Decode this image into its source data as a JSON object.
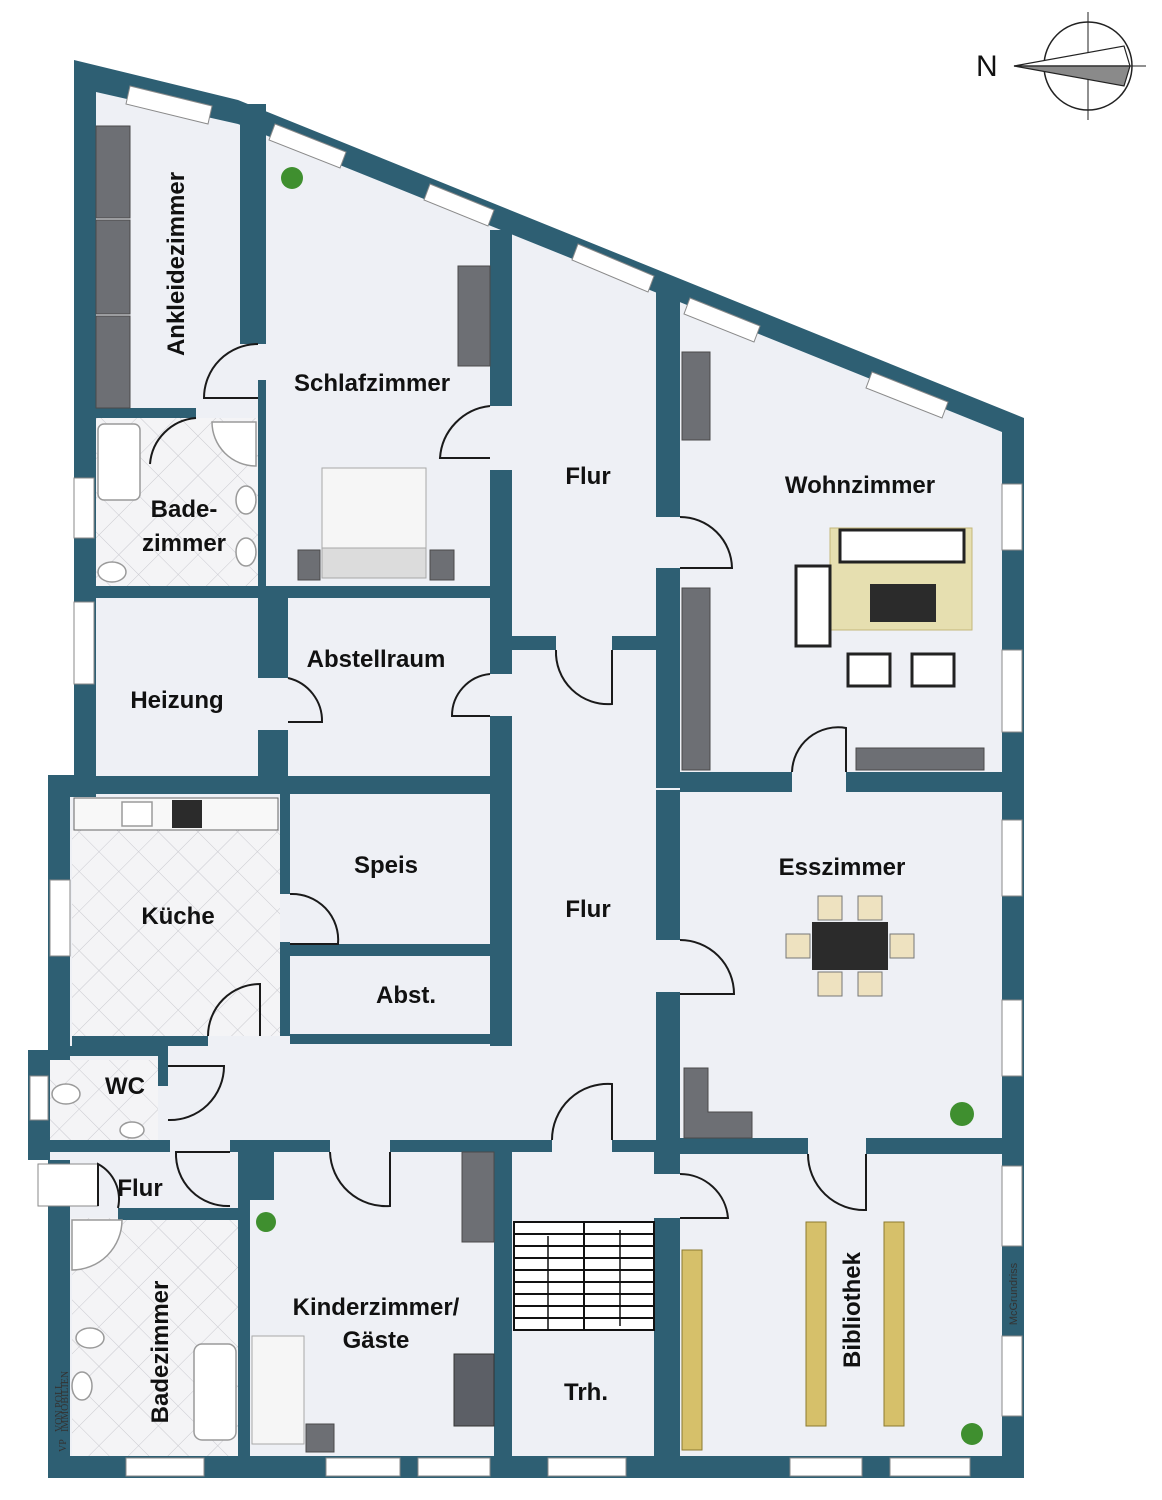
{
  "compass": {
    "label": "N"
  },
  "rooms": [
    {
      "id": "ankleidezimmer",
      "label": "Ankleidezimmer"
    },
    {
      "id": "schlafzimmer",
      "label": "Schlafzimmer"
    },
    {
      "id": "flur-top",
      "label": "Flur"
    },
    {
      "id": "wohnzimmer",
      "label": "Wohnzimmer"
    },
    {
      "id": "badezimmer-top-1",
      "label": "Bade-"
    },
    {
      "id": "badezimmer-top-2",
      "label": "zimmer"
    },
    {
      "id": "abstellraum",
      "label": "Abstellraum"
    },
    {
      "id": "heizung",
      "label": "Heizung"
    },
    {
      "id": "speis",
      "label": "Speis"
    },
    {
      "id": "kueche",
      "label": "Küche"
    },
    {
      "id": "flur-mid",
      "label": "Flur"
    },
    {
      "id": "esszimmer",
      "label": "Esszimmer"
    },
    {
      "id": "abst",
      "label": "Abst."
    },
    {
      "id": "wc",
      "label": "WC"
    },
    {
      "id": "flur-small",
      "label": "Flur"
    },
    {
      "id": "badezimmer-bottom",
      "label": "Badezimmer"
    },
    {
      "id": "kinderzimmer-1",
      "label": "Kinderzimmer/"
    },
    {
      "id": "kinderzimmer-2",
      "label": "Gäste"
    },
    {
      "id": "trh",
      "label": "Trh."
    },
    {
      "id": "bibliothek",
      "label": "Bibliothek"
    }
  ],
  "watermark": {
    "text": "McGrundriss"
  },
  "brand": {
    "logo": "VP",
    "name": "VON POLL",
    "sub": "IMMOBILIEN"
  },
  "colors": {
    "wall": "#2e5f73",
    "floor": "#eef0f5"
  }
}
